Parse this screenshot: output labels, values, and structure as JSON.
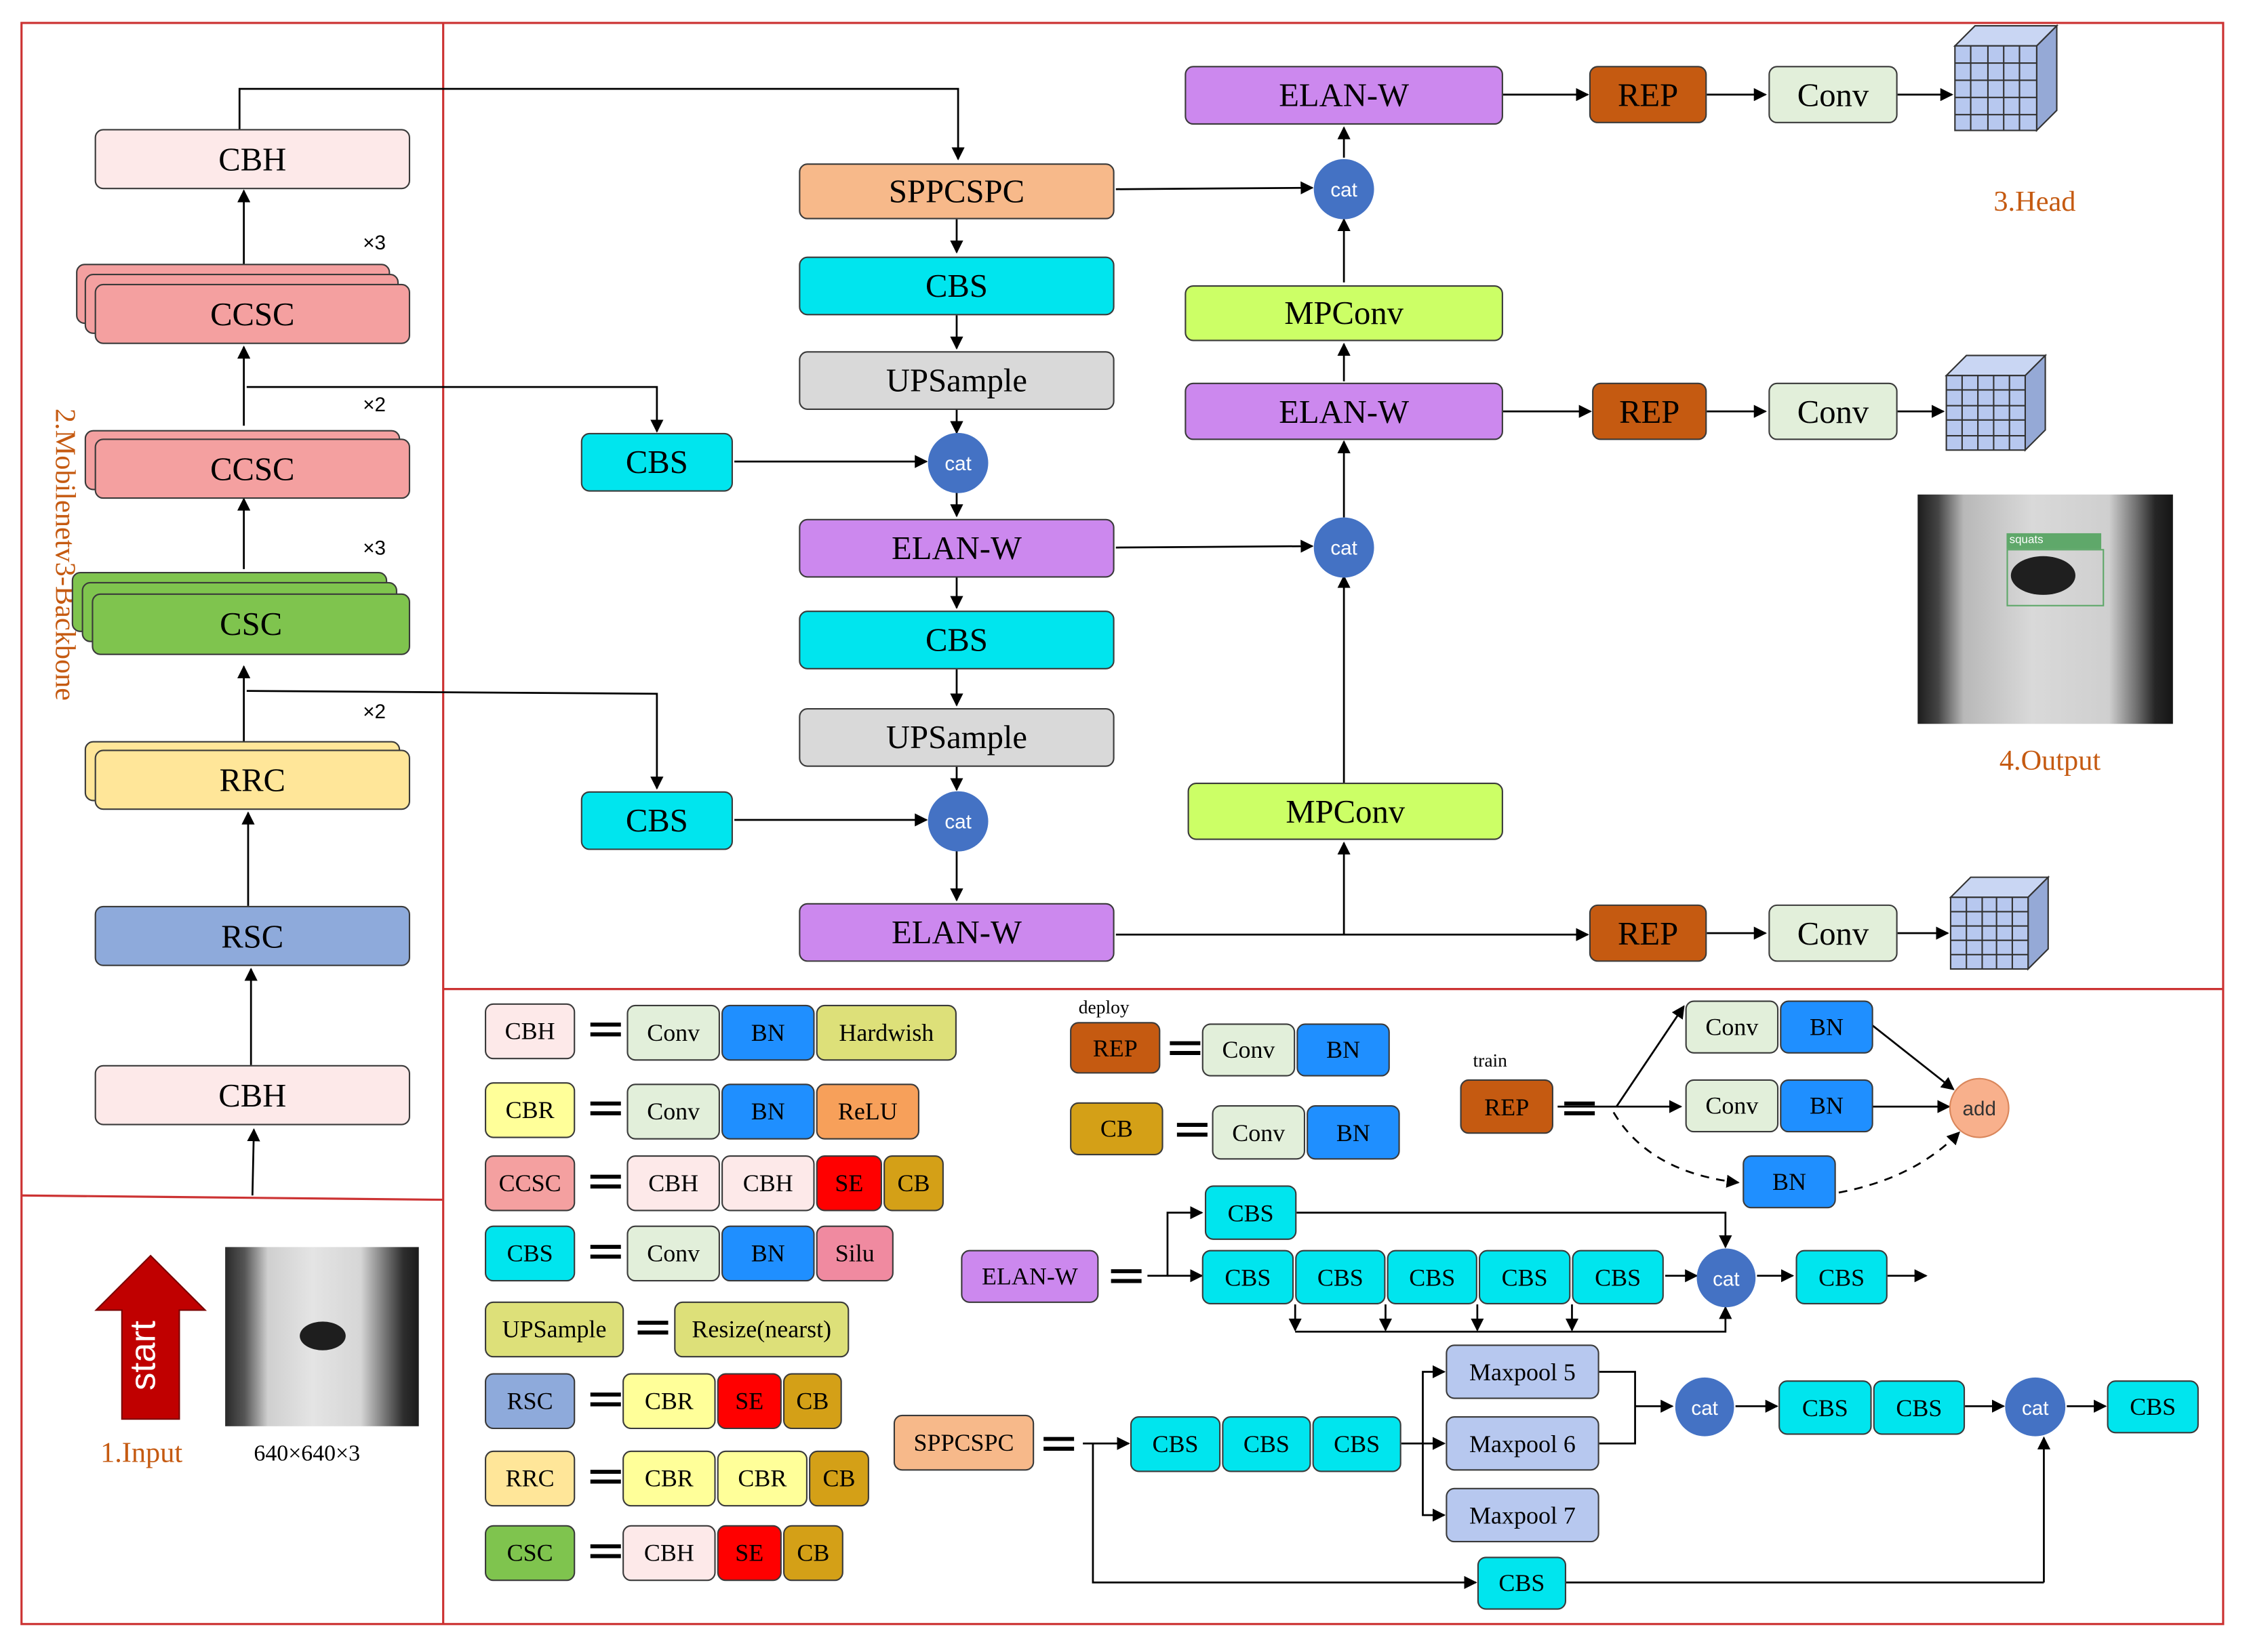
{
  "colors": {
    "frame": "#cc3333",
    "pink": "#fde9e9",
    "salmon": "#f4a0a0",
    "green": "#7fc44e",
    "yellow": "#ffe699",
    "blue": "#8eaadb",
    "orange": "#f7b98a",
    "cyan": "#00e5ee",
    "grey": "#d9d9d9",
    "violet": "#cc88ee",
    "lime": "#ccff66",
    "rep": "#c55a11",
    "mint": "#e2efda",
    "bn": "#1f8fff",
    "olive": "#dde079",
    "lightyellow": "#ffff99",
    "red": "#ff0000",
    "gold": "#d4a017",
    "pinksilu": "#f08aa0",
    "cat": "#4472c4",
    "add": "#f8b08c",
    "grid": "#b7c8ef"
  },
  "sections": {
    "backbone": "2.Mobilenetv3-Backbone",
    "head": "3.Head",
    "output": "4.Output",
    "input": "1.Input"
  },
  "input": {
    "start": "start",
    "size": "640×640×3"
  },
  "repeat": {
    "x3": "×3",
    "x2": "×2"
  },
  "backbone": {
    "cbh_in": "CBH",
    "rsc": "RSC",
    "rrc": "RRC",
    "csc": "CSC",
    "ccsc1": "CCSC",
    "ccsc2": "CCSC",
    "cbh_top": "CBH"
  },
  "neck": {
    "sppcspc": "SPPCSPC",
    "cbs1": "CBS",
    "up1": "UPSample",
    "cat1": "cat",
    "elan1": "ELAN-W",
    "cbs2": "CBS",
    "up2": "UPSample",
    "cat2": "cat",
    "elan2": "ELAN-W",
    "cbs_side1": "CBS",
    "cbs_side2": "CBS"
  },
  "head": {
    "elan_top": "ELAN-W",
    "cat_top": "cat",
    "mpconv_top": "MPConv",
    "elan_mid": "ELAN-W",
    "cat_mid": "cat",
    "mpconv_bot": "MPConv",
    "rep": "REP",
    "conv": "Conv"
  },
  "output_label": "squats",
  "legend": {
    "cbh": {
      "name": "CBH",
      "parts": [
        "Conv",
        "BN",
        "Hardwish"
      ]
    },
    "cbr": {
      "name": "CBR",
      "parts": [
        "Conv",
        "BN",
        "ReLU"
      ]
    },
    "ccsc": {
      "name": "CCSC",
      "parts": [
        "CBH",
        "CBH",
        "SE",
        "CB"
      ]
    },
    "cbs": {
      "name": "CBS",
      "parts": [
        "Conv",
        "BN",
        "Silu"
      ]
    },
    "upsample": {
      "name": "UPSample",
      "parts": [
        "Resize(nearst)"
      ]
    },
    "rsc": {
      "name": "RSC",
      "parts": [
        "CBR",
        "SE",
        "CB"
      ]
    },
    "rrc": {
      "name": "RRC",
      "parts": [
        "CBR",
        "CBR",
        "CB"
      ]
    },
    "csc": {
      "name": "CSC",
      "parts": [
        "CBH",
        "SE",
        "CB"
      ]
    },
    "rep_deploy": {
      "tag": "deploy",
      "name": "REP",
      "parts": [
        "Conv",
        "BN"
      ]
    },
    "cb": {
      "name": "CB",
      "parts": [
        "Conv",
        "BN"
      ]
    },
    "rep_train": {
      "tag": "train",
      "name": "REP",
      "parts": [
        "Conv",
        "BN",
        "Conv",
        "BN",
        "BN"
      ],
      "add": "add"
    },
    "elan": {
      "name": "ELAN-W",
      "blocks": [
        "CBS",
        "CBS",
        "CBS",
        "CBS",
        "CBS",
        "CBS",
        "CBS"
      ],
      "cat": "cat"
    },
    "spp": {
      "name": "SPPCSPC",
      "blocks": [
        "CBS",
        "CBS",
        "CBS",
        "CBS",
        "CBS",
        "CBS",
        "CBS"
      ],
      "pools": [
        "Maxpool 5",
        "Maxpool 6",
        "Maxpool 7"
      ],
      "cat": "cat"
    }
  }
}
